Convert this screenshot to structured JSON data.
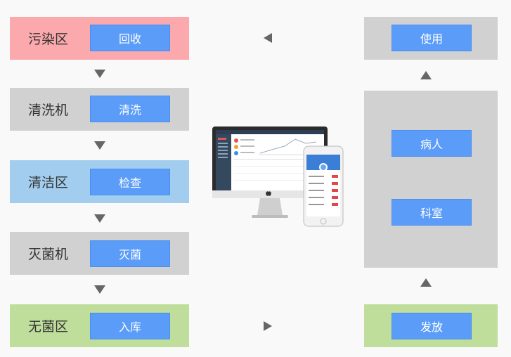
{
  "left_flow": [
    {
      "zone": "污染区",
      "action": "回收",
      "color": "#fba9ad"
    },
    {
      "zone": "清洗机",
      "action": "清洗",
      "color": "#d1d1d1"
    },
    {
      "zone": "清洁区",
      "action": "检查",
      "color": "#a3cdee"
    },
    {
      "zone": "灭菌机",
      "action": "灭菌",
      "color": "#d1d1d1"
    },
    {
      "zone": "无菌区",
      "action": "入库",
      "color": "#c0de9b"
    }
  ],
  "right_flow": {
    "use": {
      "action": "使用",
      "color": "#d1d1d1"
    },
    "middle": {
      "actions": [
        "病人",
        "科室"
      ],
      "color": "#d1d1d1"
    },
    "issue": {
      "action": "发放",
      "color": "#c0de9b"
    }
  },
  "colors": {
    "button": "#5a9cf8",
    "arrow": "#666666",
    "background": "#f9f9f9"
  },
  "icons": [
    "down-arrow-icon",
    "up-arrow-icon",
    "left-arrow-icon",
    "right-arrow-icon",
    "computer-icon",
    "phone-icon",
    "apple-logo-icon"
  ]
}
